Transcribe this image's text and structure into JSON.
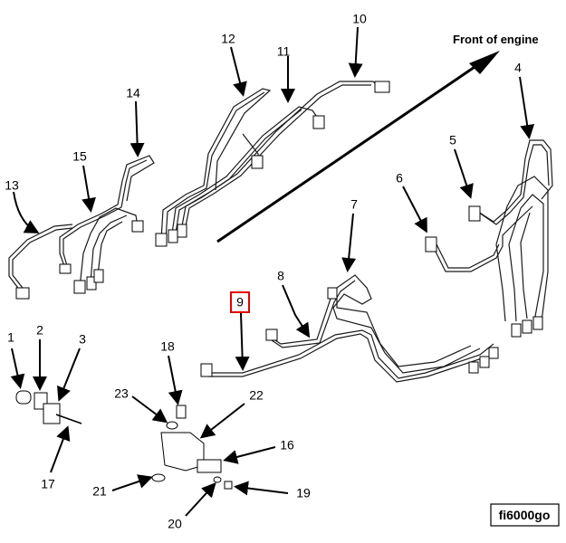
{
  "orientation_label": "Front of engine",
  "figure_id": "fi6000go",
  "highlight": {
    "callout": "9",
    "color": "#e00000"
  },
  "callouts": {
    "c1": "1",
    "c2": "2",
    "c3": "3",
    "c4": "4",
    "c5": "5",
    "c6": "6",
    "c7": "7",
    "c8": "8",
    "c9": "9",
    "c10": "10",
    "c11": "11",
    "c12": "12",
    "c13": "13",
    "c14": "14",
    "c15": "15",
    "c16": "16",
    "c17": "17",
    "c18": "18",
    "c19": "19",
    "c20": "20",
    "c21": "21",
    "c22": "22",
    "c23": "23"
  }
}
